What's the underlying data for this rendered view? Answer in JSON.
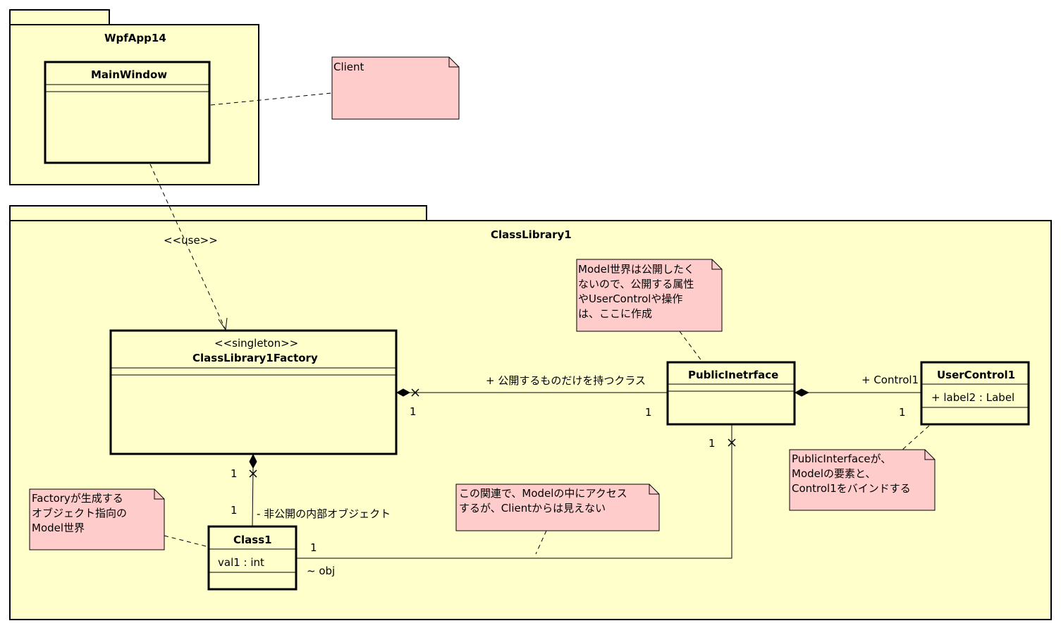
{
  "colors": {
    "package_fill": "#ffffcc",
    "note_fill": "#ffcccc",
    "line": "#000000"
  },
  "packages": {
    "wpf": {
      "name": "WpfApp14"
    },
    "lib": {
      "name": "ClassLibrary1"
    }
  },
  "classes": {
    "main_window": {
      "name": "MainWindow"
    },
    "factory": {
      "stereotype": "<<singleton>>",
      "name": "ClassLibrary1Factory"
    },
    "public_interface": {
      "name": "PublicInetrface"
    },
    "user_control": {
      "name": "UserControl1",
      "attribute": "+ label2 : Label"
    },
    "class1": {
      "name": "Class1",
      "attribute": "val1 : int"
    }
  },
  "notes": {
    "client": "Client",
    "model_world": "Model世界は公開したく\nないので、公開する属性\nやUserControlや操作\nは、ここに作成",
    "binding": "PublicInterfaceが、\nModelの要素と、\nControl1をバインドする",
    "factory_model": "Factoryが生成する\nオブジェクト指向の\nModel世界",
    "association": "この関連で、Modelの中にアクセス\nするが、Clientからは見えない"
  },
  "labels": {
    "use": "<<use>>",
    "factory_role": "+ 公開するものだけを持つクラス",
    "mult_factory_pi_left": "1",
    "mult_factory_pi_right": "1",
    "control_role": "+ Control1",
    "mult_control": "1",
    "mult_pi_bottom": "1",
    "mult_factory_bottom": "1",
    "mult_class1_top": "1",
    "inner_role": "- 非公開の内部オブジェクト",
    "mult_class1_right": "1",
    "obj_role": "~ obj"
  }
}
